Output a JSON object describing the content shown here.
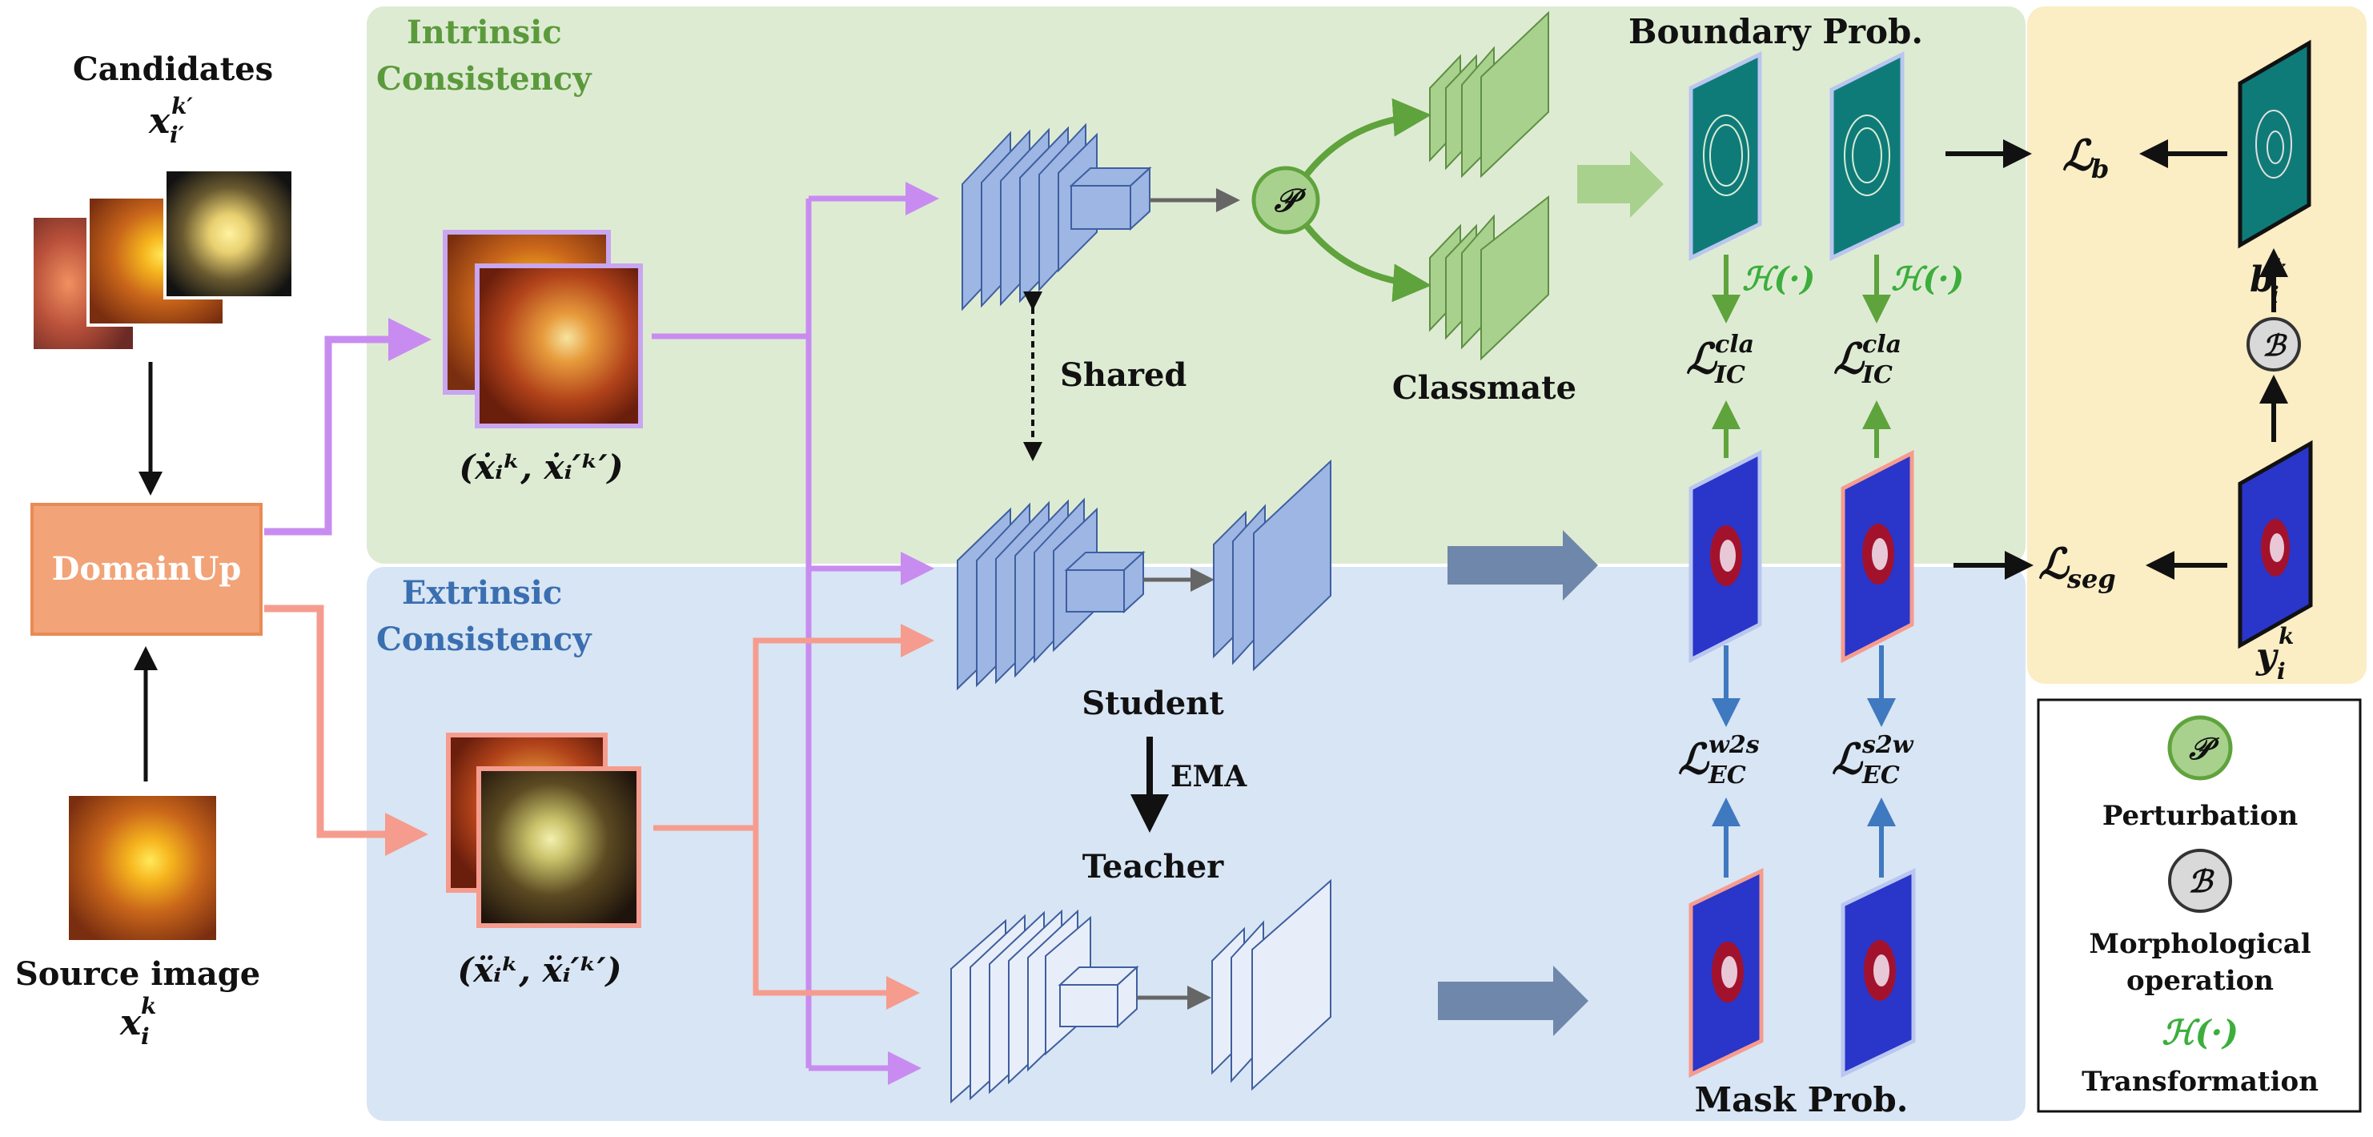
{
  "sections": {
    "intrinsic": [
      "Intrinsic",
      "Consistency"
    ],
    "extrinsic": [
      "Extrinsic",
      "Consistency"
    ]
  },
  "left": {
    "candidates_label": "Candidates",
    "candidates_math": "x",
    "candidates_sub": "i′",
    "candidates_sup": "k′",
    "domainup": "DomainUp",
    "source_label": "Source image",
    "source_math": "x",
    "source_sub": "i",
    "source_sup": "k"
  },
  "pairs": {
    "top_pair": "(ẋᵢᵏ, ẋᵢ′ᵏ′)",
    "bottom_pair": "(ẍᵢᵏ, ẍᵢ′ᵏ′)"
  },
  "networks": {
    "shared": "Shared",
    "student": "Student",
    "ema": "EMA",
    "teacher": "Teacher",
    "classmate": "Classmate",
    "perturb_symbol": "𝒫",
    "morph_symbol": "ℬ"
  },
  "outputs": {
    "boundary_title": "Boundary Prob.",
    "mask_title": "Mask Prob.",
    "transform": "ℋ(·)",
    "loss_L": "ℒ",
    "ic_sup": "cla",
    "ic_sub": "IC",
    "ec_sub": "EC",
    "ec_sup_left": "w2s",
    "ec_sup_right": "s2w",
    "lb_sub": "b",
    "lseg_sub": "seg",
    "b_label": "b",
    "y_label": "y",
    "gt_sub": "i",
    "gt_sup": "k"
  },
  "legend": {
    "perturb_symbol": "𝒫",
    "perturb_label": "Perturbation",
    "morph_symbol": "ℬ",
    "morph_label_1": "Morphological",
    "morph_label_2": "operation",
    "transform_symbol": "ℋ(·)",
    "transform_label": "Transformation"
  },
  "colors": {
    "ic_bg": "#deebd3",
    "ec_bg": "#d8e5f4",
    "gt_bg": "#fbedc4",
    "domainup_fill": "#f2a378",
    "domainup_stroke": "#e98a55",
    "purple_arrow": "#c88cf0",
    "salmon_arrow": "#f59c8f",
    "green": "#5fa33c",
    "blue_arrow": "#3f79bf",
    "net_student": "#9db6e3",
    "net_teacher": "#e8eef9",
    "classmate": "#a9d18e",
    "teal": "#0f7b78",
    "mask_blue": "#2a35c9",
    "mask_red": "#a3122c"
  }
}
